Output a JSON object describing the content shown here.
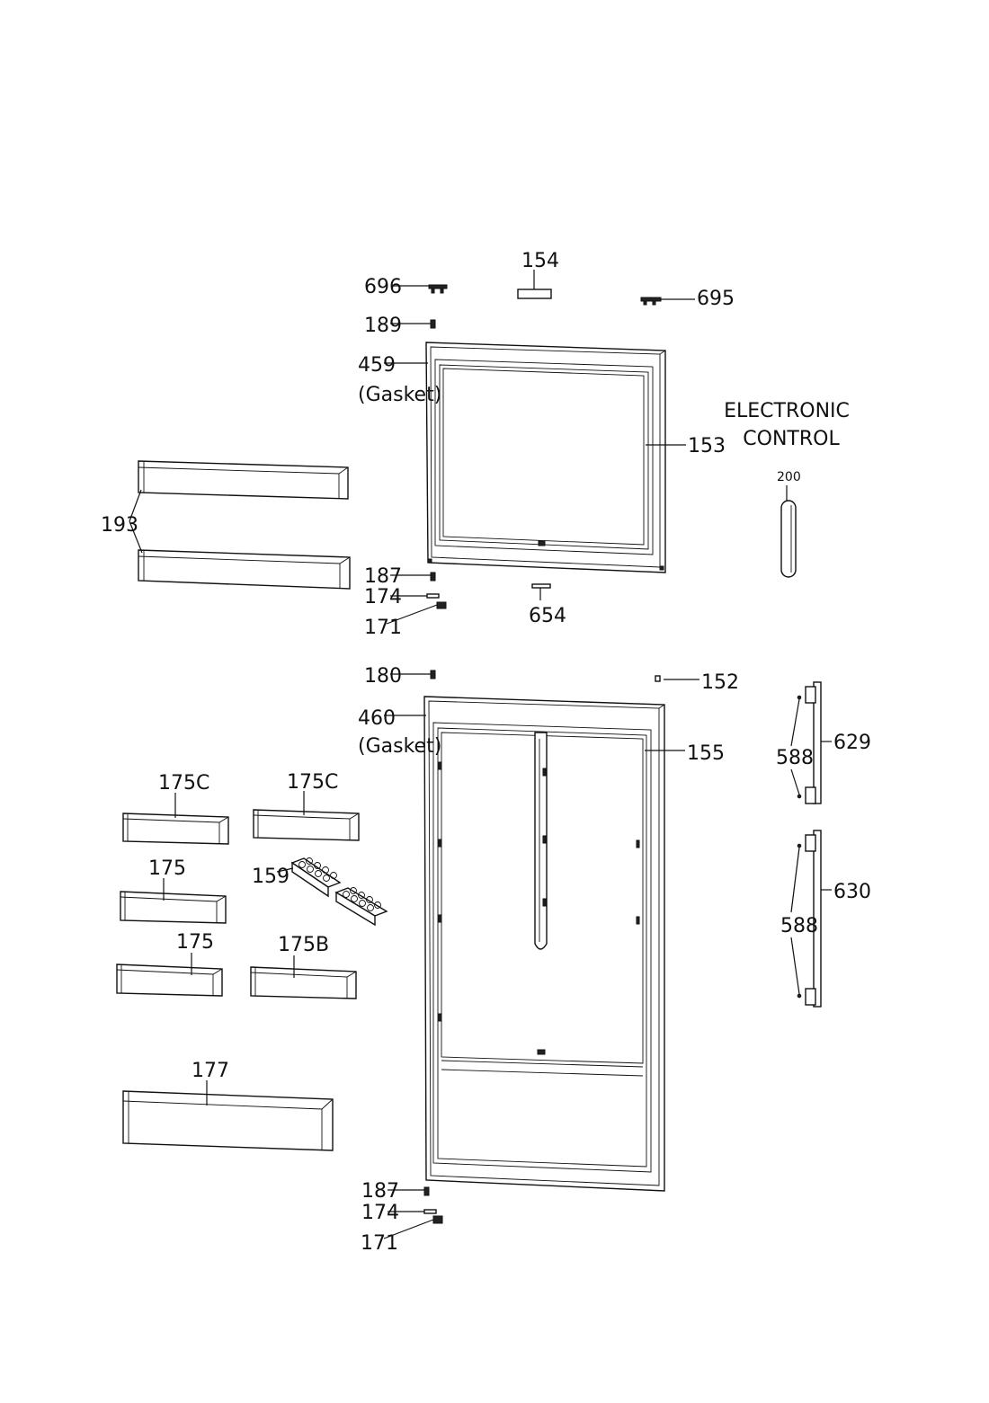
{
  "diagram": {
    "section_title": [
      "ELECTRONIC",
      "CONTROL"
    ],
    "labels": {
      "p154": "154",
      "p696": "696",
      "p695": "695",
      "p189": "189",
      "p459": "459",
      "gasket_upper": "(Gasket)",
      "p153": "153",
      "p200": "200",
      "p193": "193",
      "p187_top": "187",
      "p174_top": "174",
      "p171_top": "171",
      "p654": "654",
      "p180": "180",
      "p152": "152",
      "p460": "460",
      "gasket_lower": "(Gasket)",
      "p155": "155",
      "p588_top": "588",
      "p629": "629",
      "p588_bottom": "588",
      "p630": "630",
      "p175c_left": "175C",
      "p175c_right": "175C",
      "p175_a": "175",
      "p159": "159",
      "p175_b": "175",
      "p175b": "175B",
      "p177": "177",
      "p187_bottom": "187",
      "p174_bottom": "174",
      "p171_bottom": "171"
    }
  }
}
